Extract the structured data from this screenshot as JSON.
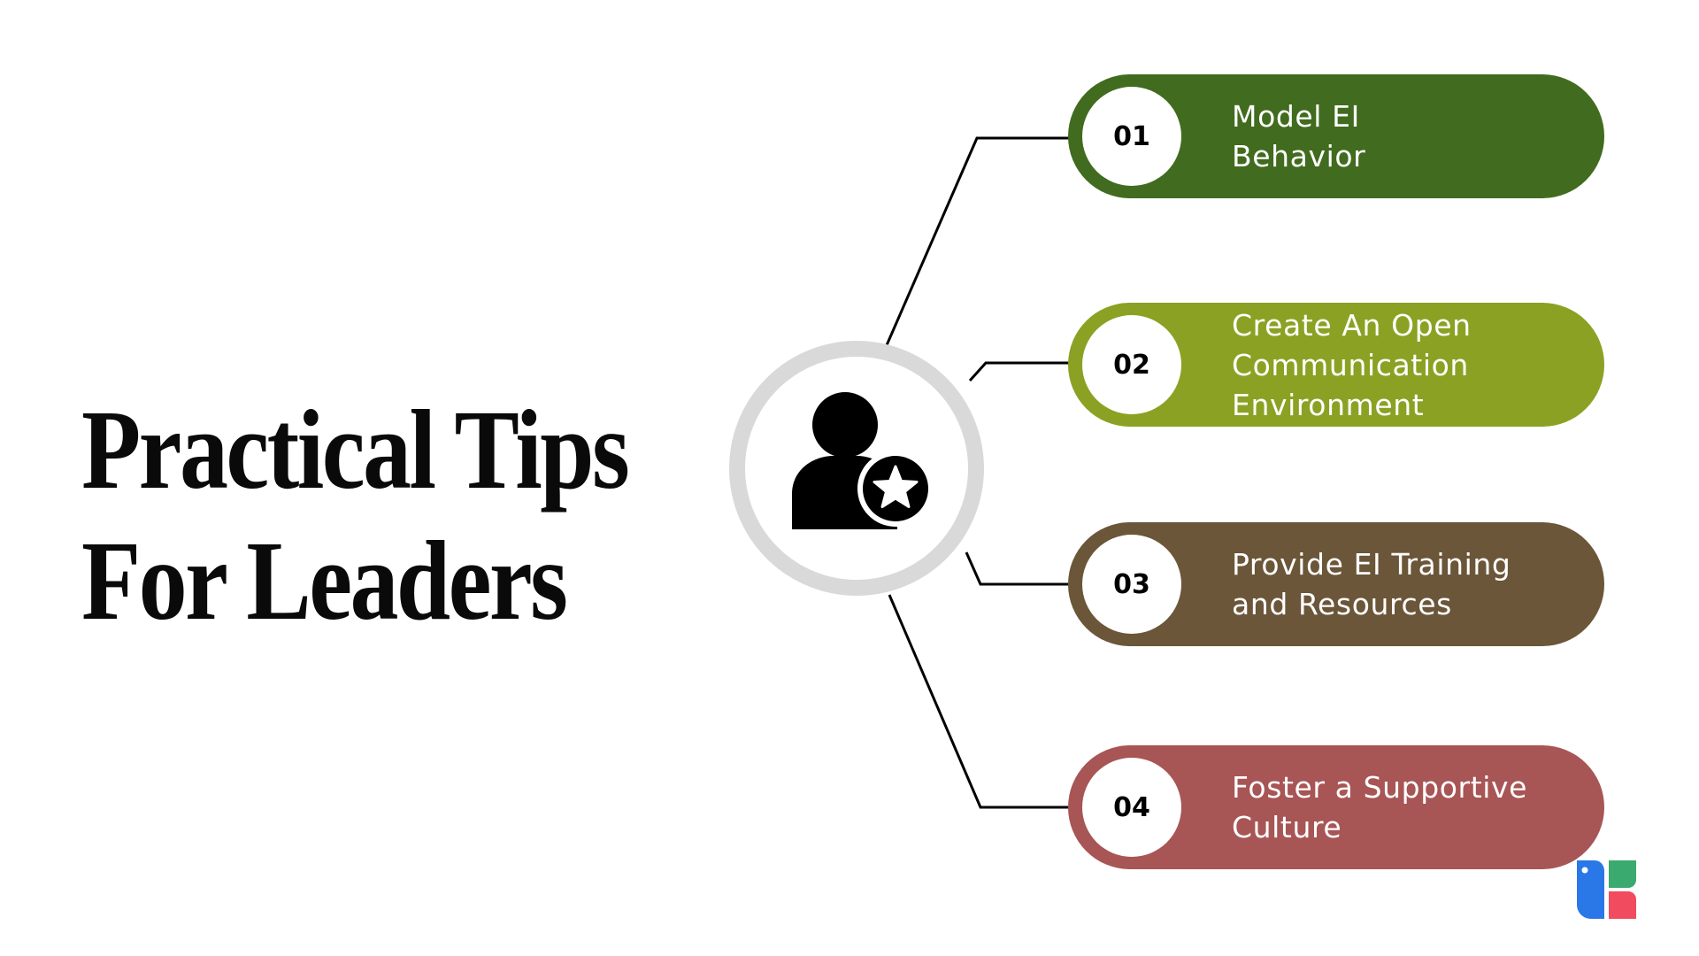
{
  "title": {
    "line1": "Practical Tips",
    "line2": "For Leaders"
  },
  "hub": {
    "icon": "user-star-icon",
    "ring_color": "#d9d9d9"
  },
  "tips": [
    {
      "number": "01",
      "lines": [
        "Model EI",
        "Behavior"
      ],
      "color": "#416b1e"
    },
    {
      "number": "02",
      "lines": [
        "Create An Open",
        "Communication",
        "Environment"
      ],
      "color": "#8ba123"
    },
    {
      "number": "03",
      "lines": [
        "Provide EI Training",
        "and Resources"
      ],
      "color": "#6b5639"
    },
    {
      "number": "04",
      "lines": [
        "Foster a Supportive",
        "Culture"
      ],
      "color": "#a85555"
    }
  ],
  "logo": {
    "icon": "brand-logo-icon",
    "colors": {
      "blue": "#2a77e8",
      "green": "#3aaa6e",
      "red": "#f04b5e"
    }
  }
}
